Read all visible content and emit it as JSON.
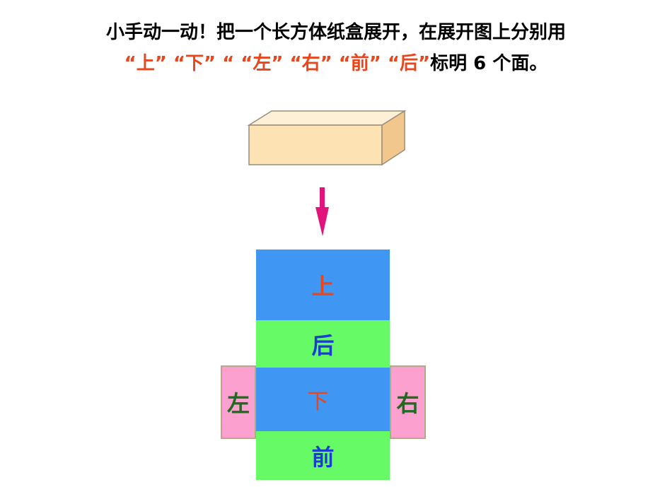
{
  "instruction": {
    "line1": "小手动一动！把一个长方体纸盒展开，在展开图上分别用",
    "line2_quoted": "“上” “下” “ “左” “右” “前” “后”",
    "line2_tail": "标明 6 个面。"
  },
  "net_faces": {
    "top": "上",
    "back": "后",
    "bottom": "下",
    "front": "前",
    "left": "左",
    "right": "右"
  },
  "colors": {
    "blue_face": "#3f97f3",
    "green_face": "#66fa66",
    "pink_face": "#fba0cf",
    "box_fill": "#fde3b3",
    "arrow": "#e0147a",
    "red_text": "#e8471e"
  },
  "icons": {
    "box": "cuboid-box-icon",
    "arrow": "down-arrow-icon"
  }
}
